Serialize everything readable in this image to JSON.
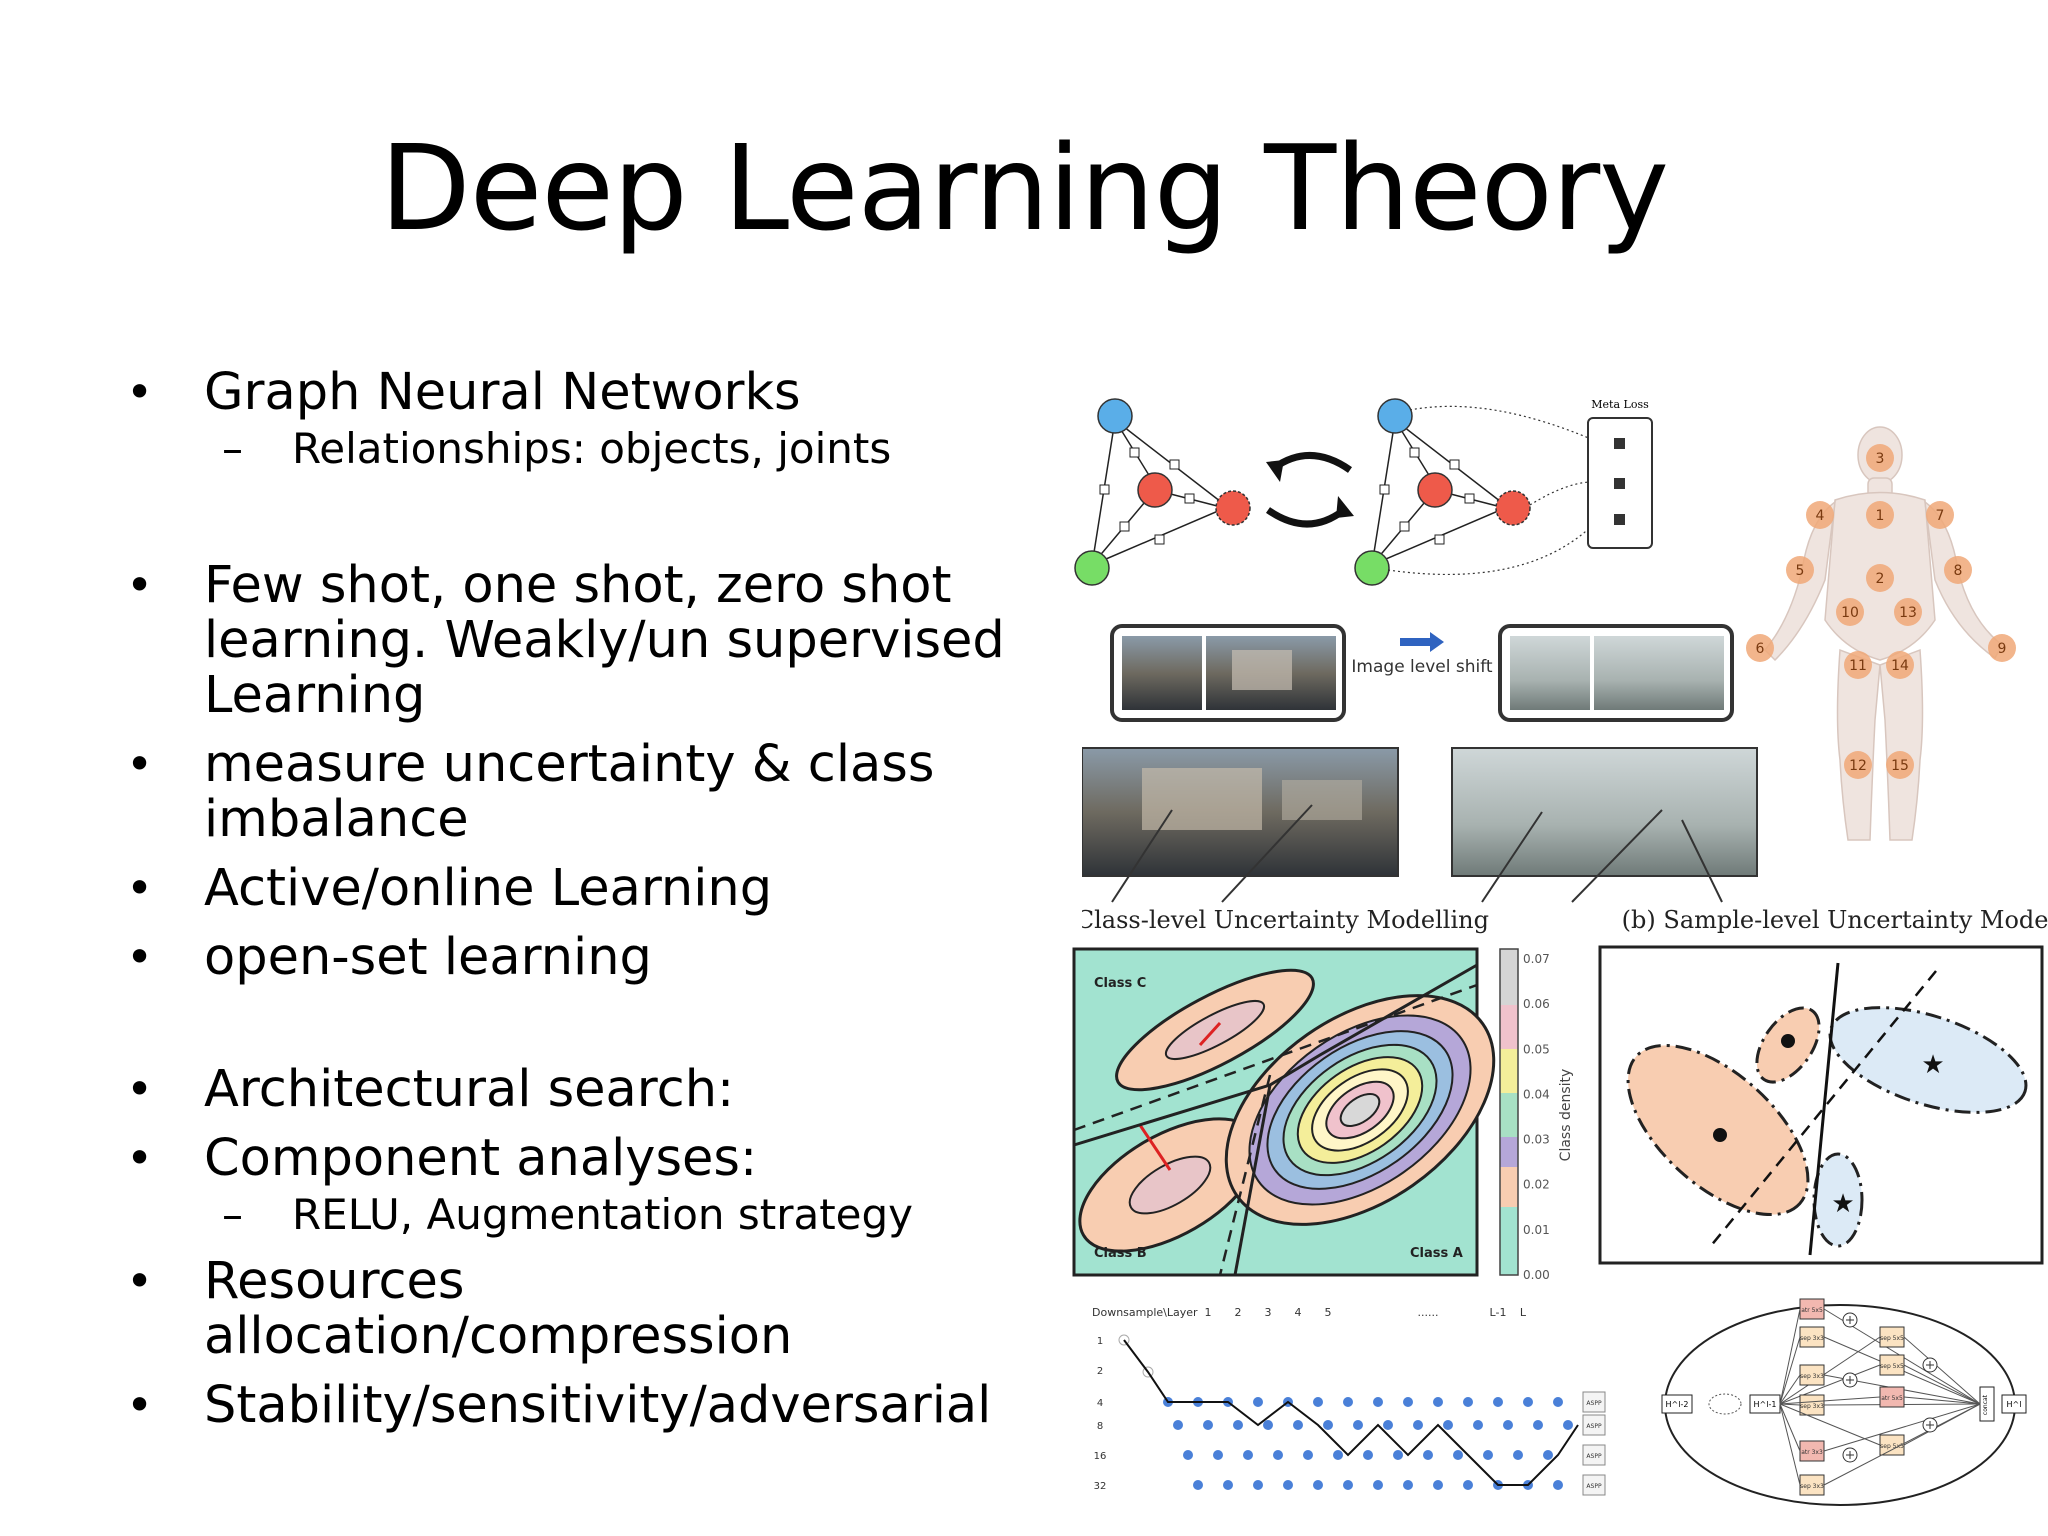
{
  "slide": {
    "title": "Deep Learning Theory",
    "bullets": [
      {
        "text": "Graph Neural Networks",
        "sub": "Relationships: objects, joints"
      },
      {
        "text_lines": [
          "Few shot, one shot, zero shot",
          "learning. Weakly/un supervised",
          "Learning"
        ]
      },
      {
        "text_lines": [
          "measure uncertainty & class",
          "imbalance"
        ]
      },
      {
        "text": "Active/online Learning"
      },
      {
        "text": "open-set learning"
      },
      {
        "text": "Architectural search:"
      },
      {
        "text": "Component analyses:",
        "sub": "RELU, Augmentation strategy"
      },
      {
        "text": "Resources allocation/compression"
      },
      {
        "text": "Stability/sensitivity/adversarial"
      }
    ],
    "bullet_glyph": "•",
    "sub_glyph": "–"
  },
  "figures": {
    "graph": {
      "meta_loss_label": "Meta Loss"
    },
    "body_joints": {
      "labels": [
        "3",
        "4",
        "1",
        "7",
        "5",
        "8",
        "6",
        "9",
        "2",
        "10",
        "13",
        "11",
        "14",
        "12",
        "15"
      ]
    },
    "domain_shift": {
      "shift_label": "Image level shift",
      "caption_a": "(a) Class-level Uncertainty Modelling",
      "caption_b": "(b) Sample-level Uncertainty Modelling"
    },
    "density_plot": {
      "class_c": "Class C",
      "class_b": "Class B",
      "class_a": "Class A",
      "colorbar_label": "Class density",
      "colorbar_ticks": [
        "0.07",
        "0.06",
        "0.05",
        "0.04",
        "0.03",
        "0.02",
        "0.01",
        "0.00"
      ]
    },
    "search_grid": {
      "header_label": "Downsample\\Layer",
      "layer_ticks": [
        "1",
        "2",
        "3",
        "4",
        "5",
        "......",
        "L-1",
        "L"
      ],
      "downsample_ticks": [
        "1",
        "2",
        "4",
        "8",
        "16",
        "32"
      ],
      "aspp_label": "ASPP"
    },
    "cell": {
      "input_a": "H^l-2",
      "input_b": "H^l-1",
      "output": "H^l",
      "concat": "concat",
      "ops": [
        "atr 5x5",
        "sep 3x3",
        "sep 5x5",
        "sep 5x5",
        "sep 3x3",
        "sep 3x3",
        "atr 5x5",
        "atr 3x3",
        "sep 5x5",
        "sep 3x3"
      ]
    },
    "colors": {
      "node_blue": "#5aaee8",
      "node_red": "#ee5a4a",
      "node_green": "#77dd66",
      "joint_orange": "#f0a878",
      "field_teal": "#a2e3d0",
      "blob_peach": "#f8cdb1",
      "blob_blue": "#dceaf6",
      "grid_dot_blue": "#4a80d8"
    }
  }
}
